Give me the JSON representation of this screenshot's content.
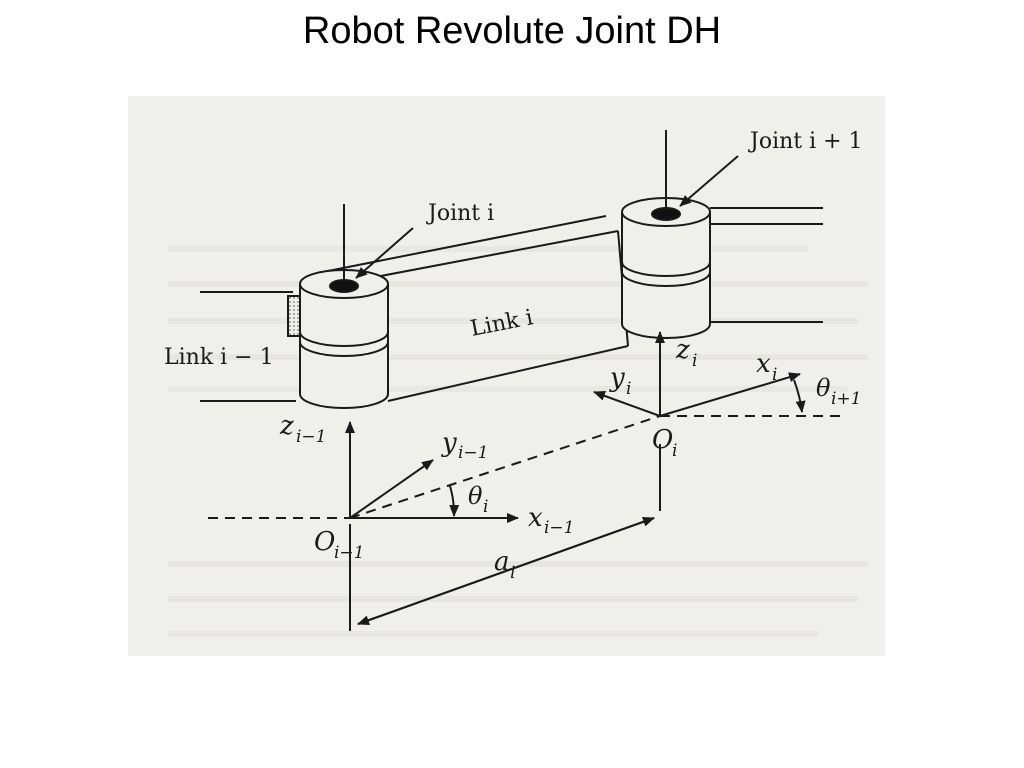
{
  "slide": {
    "title": "Robot Revolute Joint DH"
  },
  "diagram": {
    "labels": {
      "joint_i": "Joint i",
      "joint_i_plus_1": "Joint i + 1",
      "link_i": "Link i",
      "link_i_minus_1": "Link i − 1",
      "z_i_minus_1": "z",
      "z_i_minus_1_sub": "i−1",
      "y_i_minus_1": "y",
      "y_i_minus_1_sub": "i−1",
      "x_i_minus_1": "x",
      "x_i_minus_1_sub": "i−1",
      "theta_i": "θ",
      "theta_i_sub": "i",
      "o_i_minus_1": "O",
      "o_i_minus_1_sub": "i−1",
      "a_i": "a",
      "a_i_sub": "i",
      "z_i": "z",
      "z_i_sub": "i",
      "x_i": "x",
      "x_i_sub": "i",
      "y_i": "y",
      "y_i_sub": "i",
      "theta_i_plus_1": "θ",
      "theta_i_plus_1_sub": "i+1",
      "o_i": "O",
      "o_i_sub": "i"
    },
    "colors": {
      "ink": "#1a1a1a",
      "paper": "#f1efea",
      "hatch": "#777777"
    }
  }
}
